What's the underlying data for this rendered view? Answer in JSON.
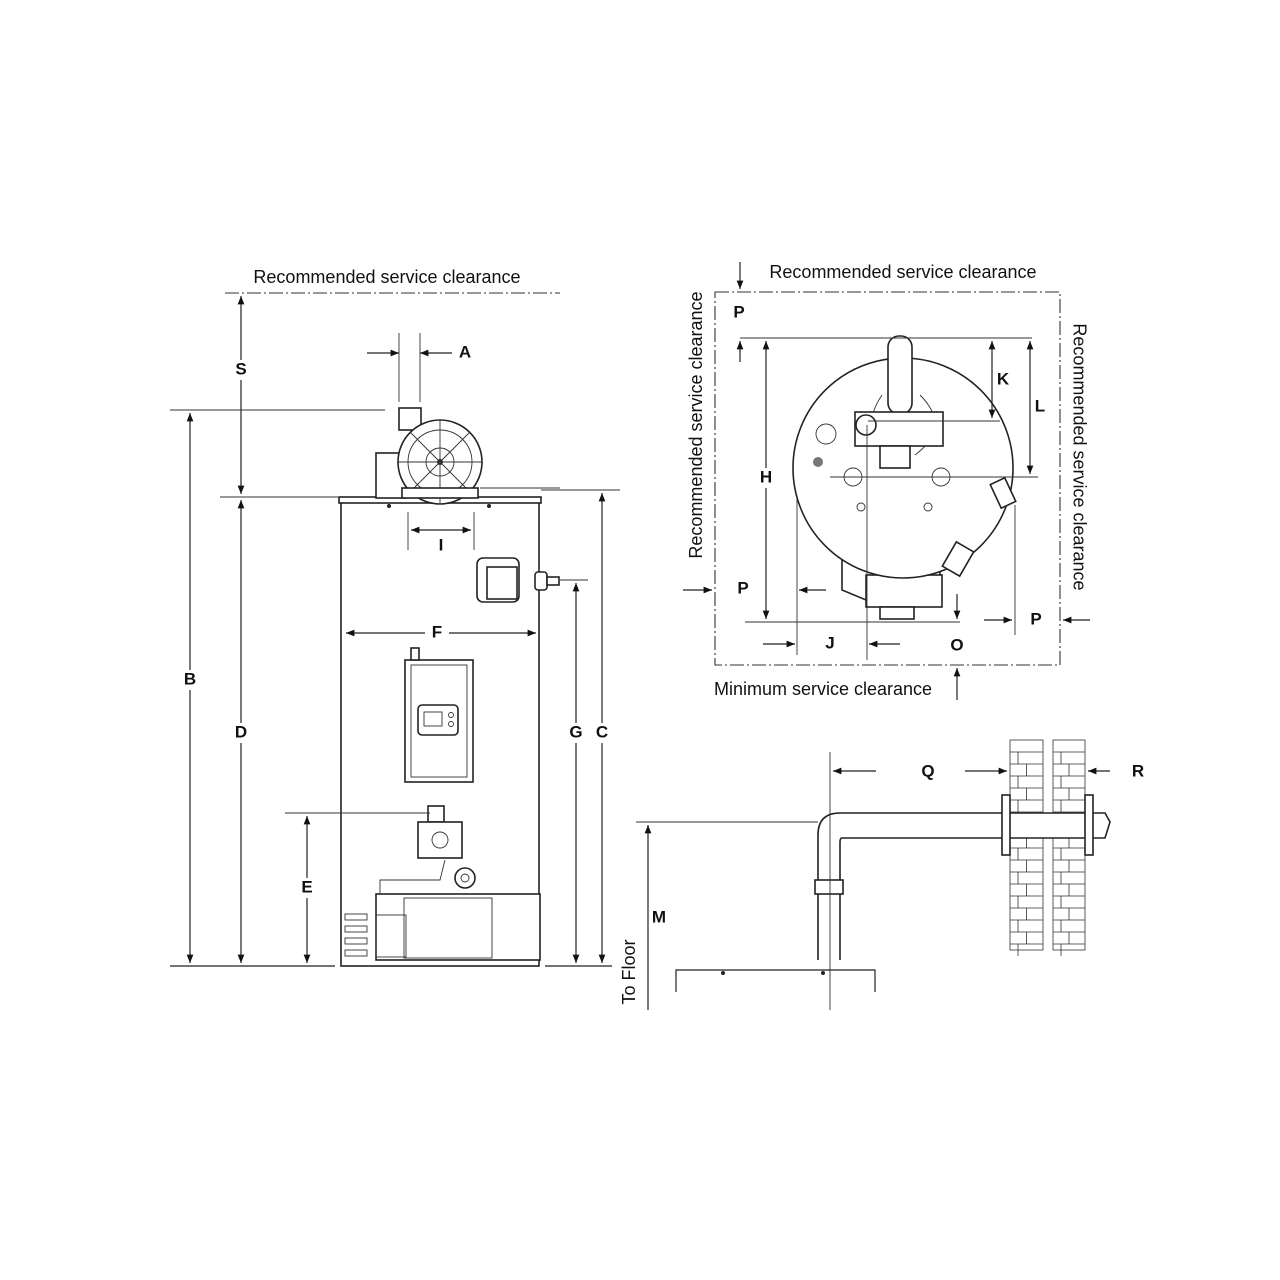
{
  "side_view": {
    "top_clearance": "Recommended service clearance",
    "labels": {
      "A": "A",
      "B": "B",
      "C": "C",
      "D": "D",
      "E": "E",
      "F": "F",
      "G": "G",
      "I": "I",
      "S": "S"
    }
  },
  "top_view": {
    "top_clearance": "Recommended service clearance",
    "left_clearance": "Recommended service clearance",
    "right_clearance": "Recommended service clearance",
    "bottom_clearance": "Minimum service clearance",
    "labels": {
      "P": "P",
      "H": "H",
      "K": "K",
      "L": "L",
      "J": "J",
      "O": "O"
    }
  },
  "vent_view": {
    "labels": {
      "Q": "Q",
      "R": "R",
      "M": "M"
    },
    "to_floor": "To Floor"
  }
}
